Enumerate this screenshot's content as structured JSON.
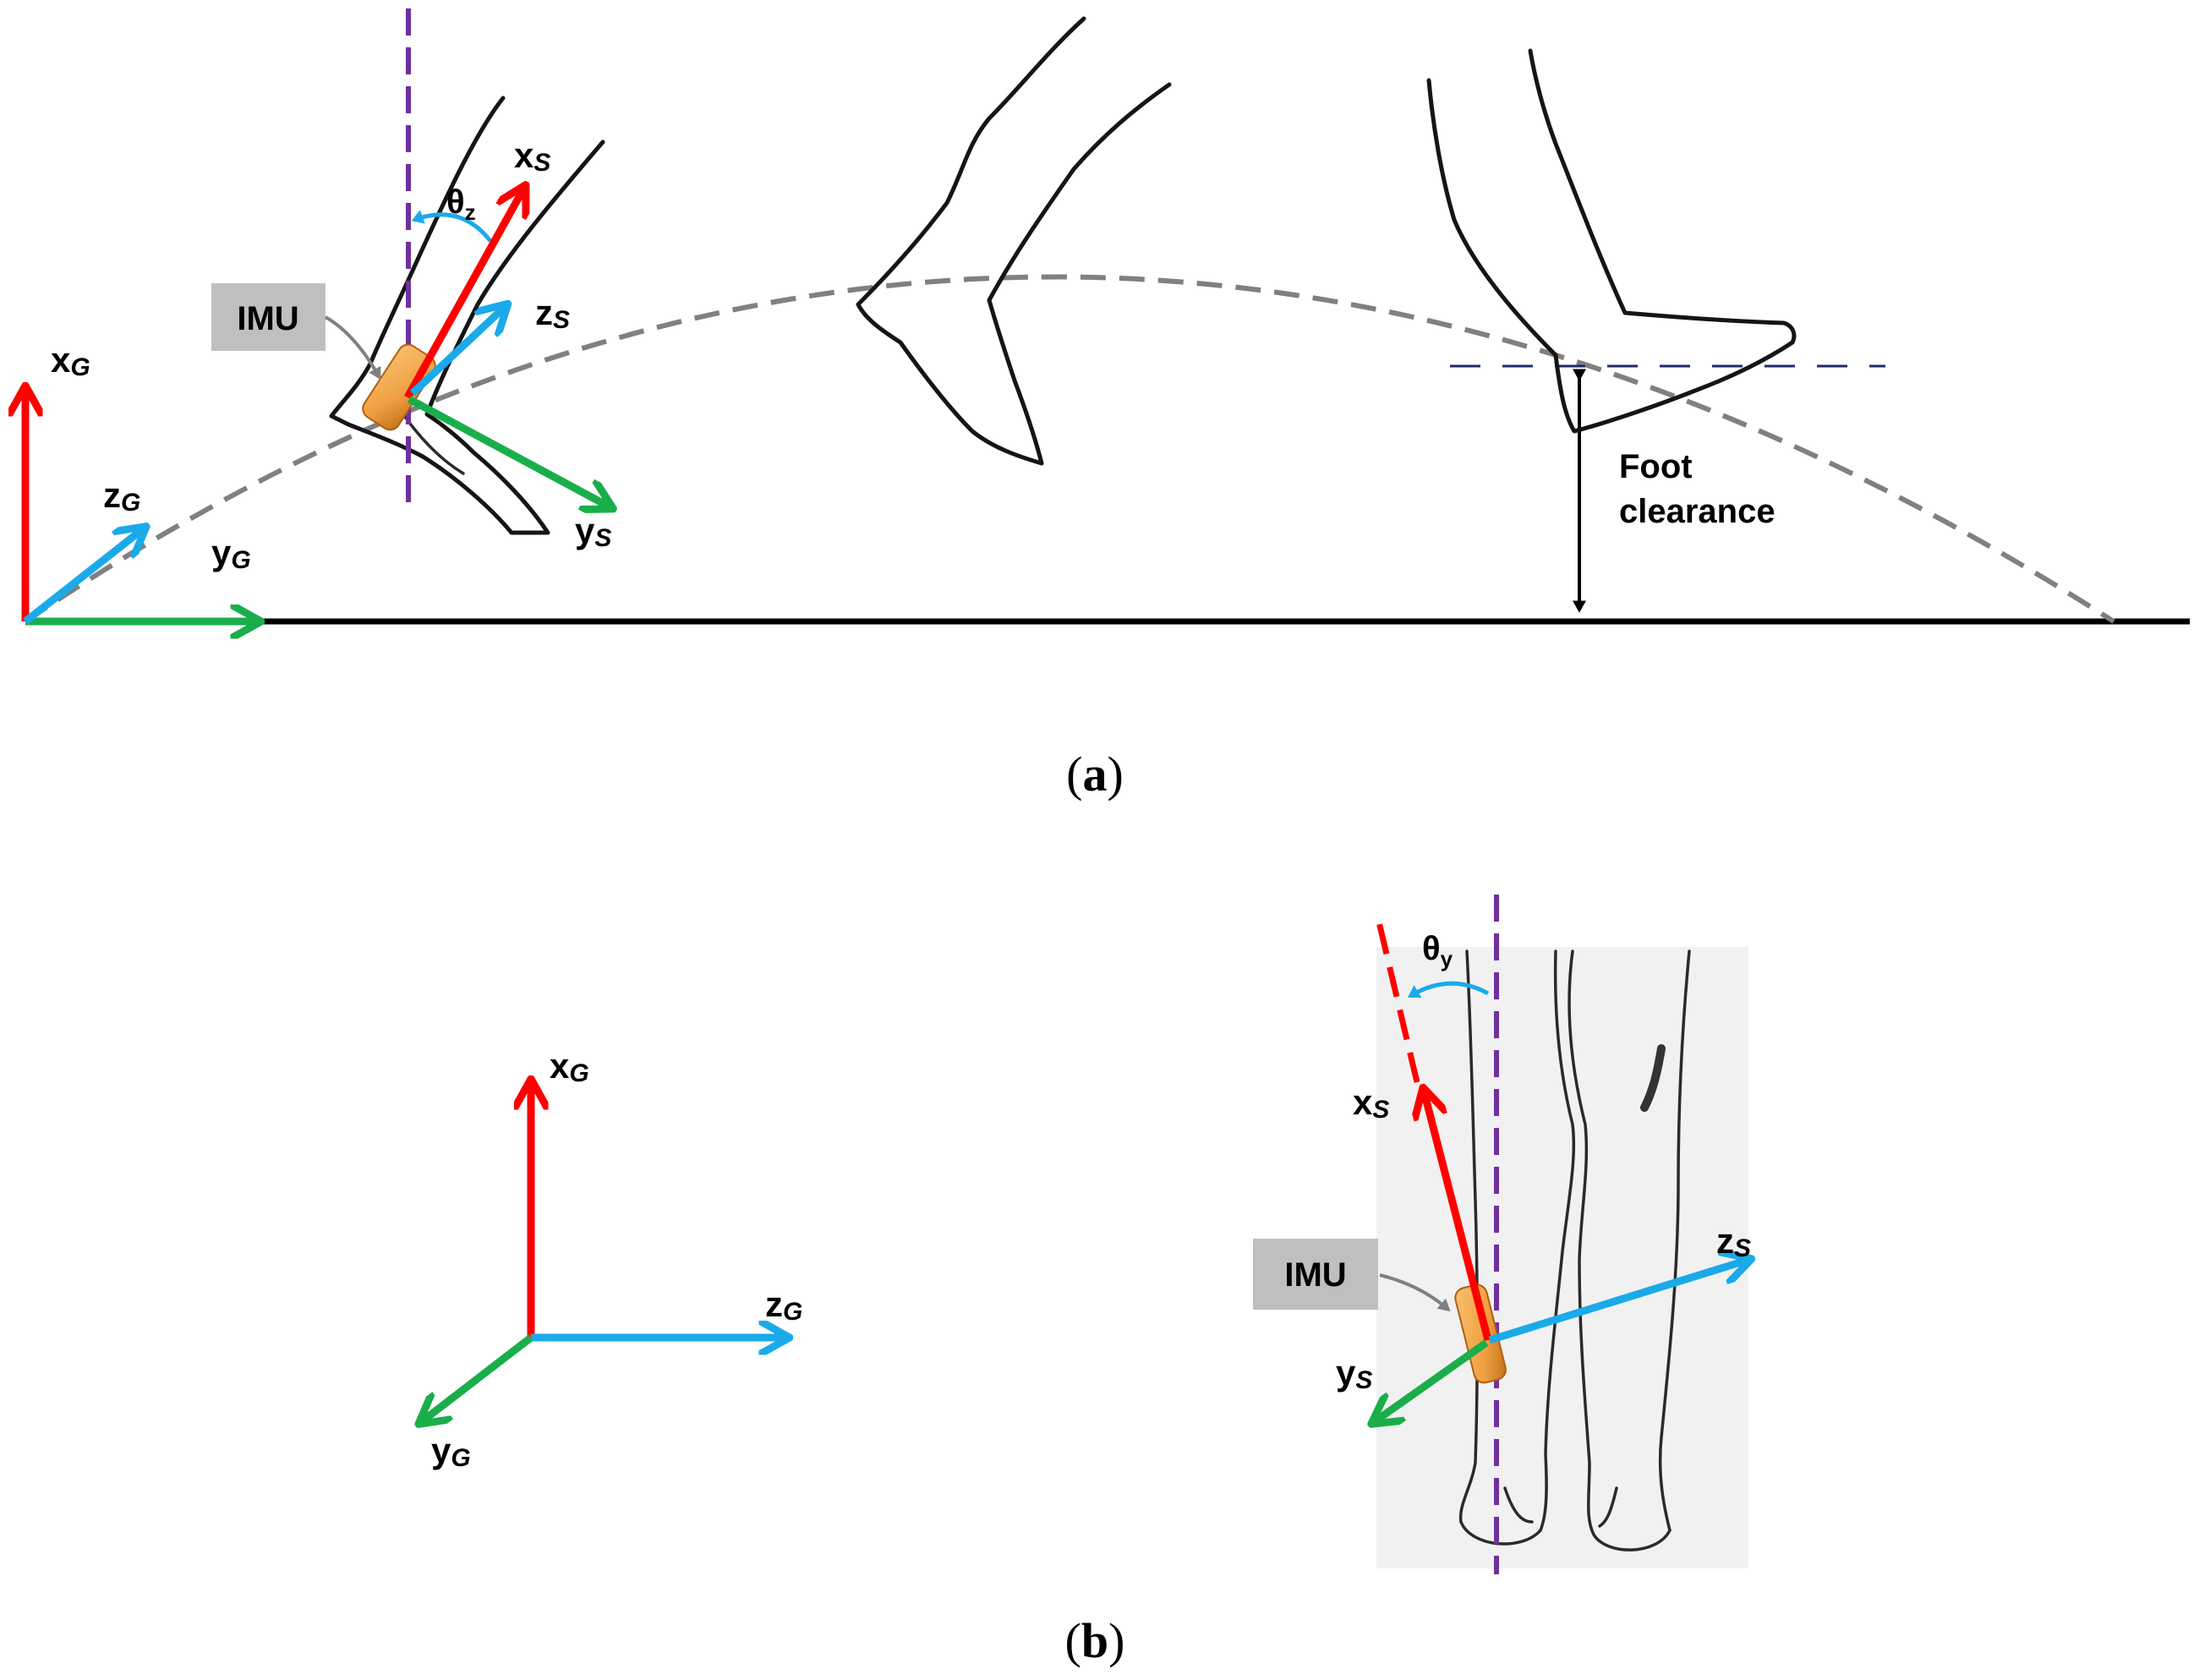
{
  "panel_a": {
    "caption": "(a)",
    "caption_letter": "a",
    "global_axes": {
      "x": {
        "letter": "x",
        "sub": "G"
      },
      "y": {
        "letter": "y",
        "sub": "G"
      },
      "z": {
        "letter": "z",
        "sub": "G"
      }
    },
    "sensor_axes": {
      "x": {
        "letter": "x",
        "sub": "S"
      },
      "y": {
        "letter": "y",
        "sub": "S"
      },
      "z": {
        "letter": "z",
        "sub": "S"
      }
    },
    "angle": {
      "symbol": "θ",
      "sub": "z"
    },
    "imu_label": "IMU",
    "foot_clearance": {
      "line1": "Foot",
      "line2": "clearance"
    }
  },
  "panel_b": {
    "caption": "(b)",
    "caption_letter": "b",
    "global_axes": {
      "x": {
        "letter": "x",
        "sub": "G"
      },
      "y": {
        "letter": "y",
        "sub": "G"
      },
      "z": {
        "letter": "z",
        "sub": "G"
      }
    },
    "sensor_axes": {
      "x": {
        "letter": "x",
        "sub": "S"
      },
      "y": {
        "letter": "y",
        "sub": "S"
      },
      "z": {
        "letter": "z",
        "sub": "S"
      }
    },
    "angle": {
      "symbol": "θ",
      "sub": "y"
    },
    "imu_label": "IMU"
  },
  "colors": {
    "x_axis": "#ff0000",
    "y_axis": "#1aae4a",
    "z_axis": "#1aaaea",
    "vertical_reference": "#7030a0",
    "trajectory": "#808080",
    "clearance_reference": "#1f2a6e",
    "imu_body": "#f0a040",
    "imu_label_box": "#bfbfbf",
    "ground": "#000000"
  }
}
